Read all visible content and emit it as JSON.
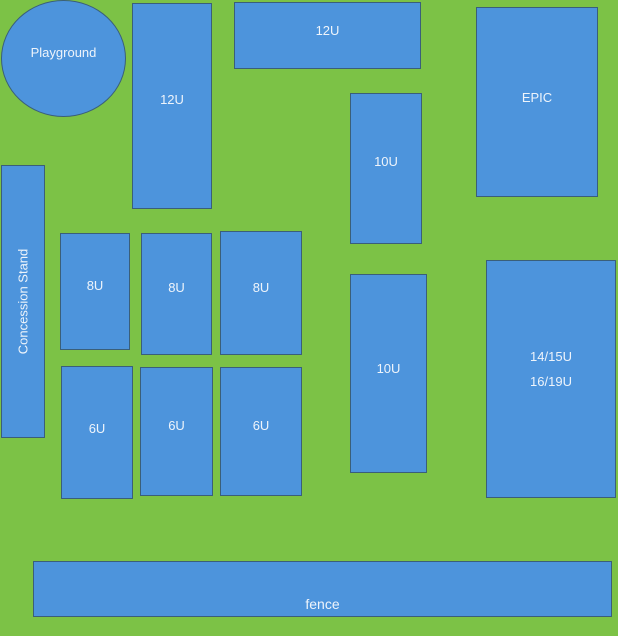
{
  "areas": {
    "playground": "Playground",
    "field_12u_tall": "12U",
    "field_12u_wide": "12U",
    "epic": "EPIC",
    "field_10u_top": "10U",
    "concession": "Concession Stand",
    "field_8u_1": "8U",
    "field_8u_2": "8U",
    "field_8u_3": "8U",
    "field_6u_1": "6U",
    "field_6u_2": "6U",
    "field_6u_3": "6U",
    "field_10u_bottom": "10U",
    "field_older_line1": "14/15U",
    "field_older_line2": "16/19U",
    "fence": "fence"
  },
  "colors": {
    "grass": "#7cc246",
    "area": "#4d94dc",
    "border": "#3a5f7a"
  }
}
